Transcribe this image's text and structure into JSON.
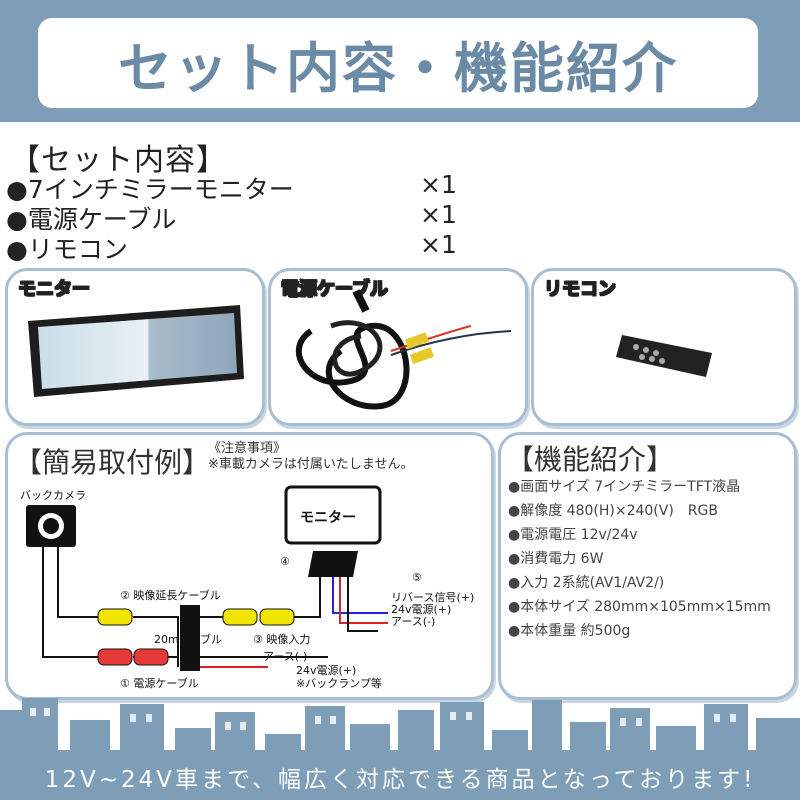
{
  "banner": {
    "title": "セット内容・機能紹介"
  },
  "set": {
    "heading": "【セット内容】",
    "items": [
      {
        "label": "●7インチミラーモニター",
        "qty": "×1"
      },
      {
        "label": "●電源ケーブル",
        "qty": "×1"
      },
      {
        "label": "●リモコン",
        "qty": "×1"
      }
    ]
  },
  "panels": {
    "monitor": "モニター",
    "cable": "電源ケーブル",
    "remote": "リモコン"
  },
  "install": {
    "title": "【簡易取付例】",
    "note1": "《注意事項》",
    "note2": "※車載カメラは付属いたしません。",
    "camera": "バックカメラ",
    "monitor": "モニター",
    "n2": "②",
    "video_ext": "映像延長ケーブル",
    "cable20": "20mケーブル",
    "n3": "③",
    "video_in": "映像入力",
    "earth1": "アース(-)",
    "n1": "①",
    "power_cable": "電源ケーブル",
    "p24": "24v電源(+)",
    "back_lamp": "※バックランプ等",
    "n4": "④",
    "n5": "⑤",
    "reverse": "リバース信号(+)",
    "p24b": "24v電源(+)",
    "earth2": "アース(-)"
  },
  "features": {
    "title": "【機能紹介】",
    "items": [
      "●画面サイズ 7インチミラーTFT液晶",
      "●解像度 480(H)×240(V)　RGB",
      "●電源電圧 12v/24v",
      "●消費電力 6W",
      "●入力 2系統(AV1/AV2/)",
      "●本体サイズ 280mm×105mm×15mm",
      "●本体重量 約500g"
    ]
  },
  "footer": {
    "text": "12V~24V車まで、幅広く対応できる商品となっております!"
  },
  "colors": {
    "banner": "#7e9db7",
    "panel_border": "#a8bed2",
    "footer": "#7e9db7"
  }
}
